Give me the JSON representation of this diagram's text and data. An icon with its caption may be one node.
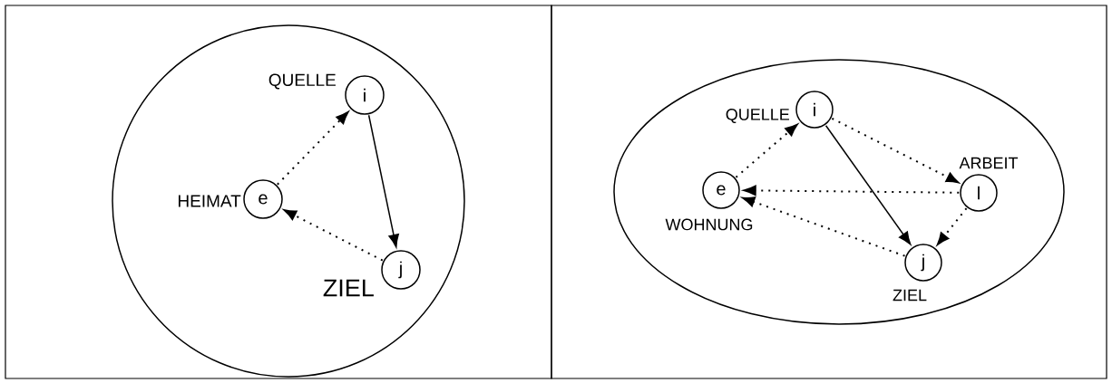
{
  "diagram": {
    "nodes": [
      {
        "text": [],
        "shape": "circle"
      },
      {
        "text": [
          "i"
        ],
        "in": 0,
        "beside": [
          "QUELLE"
        ]
      },
      {
        "text": [
          "e"
        ],
        "in": 0,
        "beside": [
          "HEIMAT"
        ]
      },
      {
        "text": [
          "j"
        ],
        "in": 0,
        "beside": [
          "ZIEL"
        ]
      },
      {
        "text": [],
        "shape": "ellipse"
      },
      {
        "text": [
          "i"
        ],
        "in": 4,
        "beside": [
          "QUELLE"
        ]
      },
      {
        "text": [
          "e"
        ],
        "in": 4,
        "beside": [
          "WOHNUNG"
        ]
      },
      {
        "text": [
          "l"
        ],
        "in": 4,
        "beside": [
          "ARBEIT"
        ]
      },
      {
        "text": [
          "j"
        ],
        "in": 4,
        "beside": [
          "ZIEL"
        ]
      }
    ],
    "edges": [
      {
        "from": 1,
        "to": 3,
        "arrow": "to"
      },
      {
        "from": 2,
        "to": 1,
        "arrow": "to",
        "style": "dashed"
      },
      {
        "from": 3,
        "to": 2,
        "arrow": "to",
        "style": "dashed"
      },
      {
        "from": 5,
        "to": 8,
        "arrow": "to"
      },
      {
        "from": 6,
        "to": 5,
        "arrow": "to",
        "style": "dashed"
      },
      {
        "from": 5,
        "to": 7,
        "arrow": "to",
        "style": "dashed"
      },
      {
        "from": 7,
        "to": 6,
        "arrow": "to",
        "style": "dashed"
      },
      {
        "from": 7,
        "to": 8,
        "arrow": "to",
        "style": "dashed"
      },
      {
        "from": 8,
        "to": 6,
        "arrow": "to",
        "style": "dashed"
      }
    ]
  }
}
